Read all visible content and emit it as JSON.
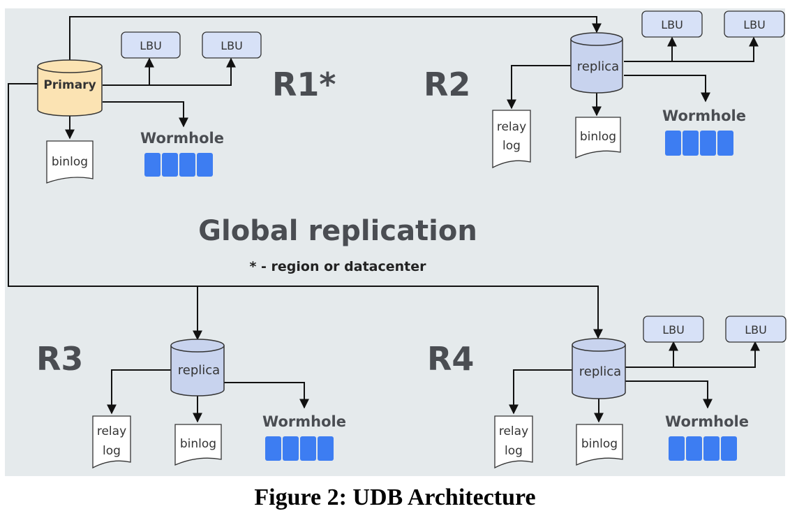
{
  "diagram": {
    "title": "Global replication",
    "subtitle": "* - region or datacenter",
    "colors": {
      "background": "#e5eaec",
      "primary_fill": "#fbe3b3",
      "replica_fill": "#c8d3ee",
      "lbu_fill": "#d7e1f7",
      "wormhole_block": "#3d7df2",
      "line": "#111111",
      "region_text": "#4a4d52"
    },
    "regions": {
      "r1": {
        "label": "R1*",
        "db": "Primary",
        "lbu": [
          "LBU",
          "LBU"
        ],
        "binlog": "binlog",
        "wormhole": "Wormhole"
      },
      "r2": {
        "label": "R2",
        "db": "replica",
        "lbu": [
          "LBU",
          "LBU"
        ],
        "relaylog": [
          "relay",
          "log"
        ],
        "binlog": "binlog",
        "wormhole": "Wormhole"
      },
      "r3": {
        "label": "R3",
        "db": "replica",
        "relaylog": [
          "relay",
          "log"
        ],
        "binlog": "binlog",
        "wormhole": "Wormhole"
      },
      "r4": {
        "label": "R4",
        "db": "replica",
        "lbu": [
          "LBU",
          "LBU"
        ],
        "relaylog": [
          "relay",
          "log"
        ],
        "binlog": "binlog",
        "wormhole": "Wormhole"
      }
    }
  },
  "caption": "Figure 2: UDB Architecture"
}
